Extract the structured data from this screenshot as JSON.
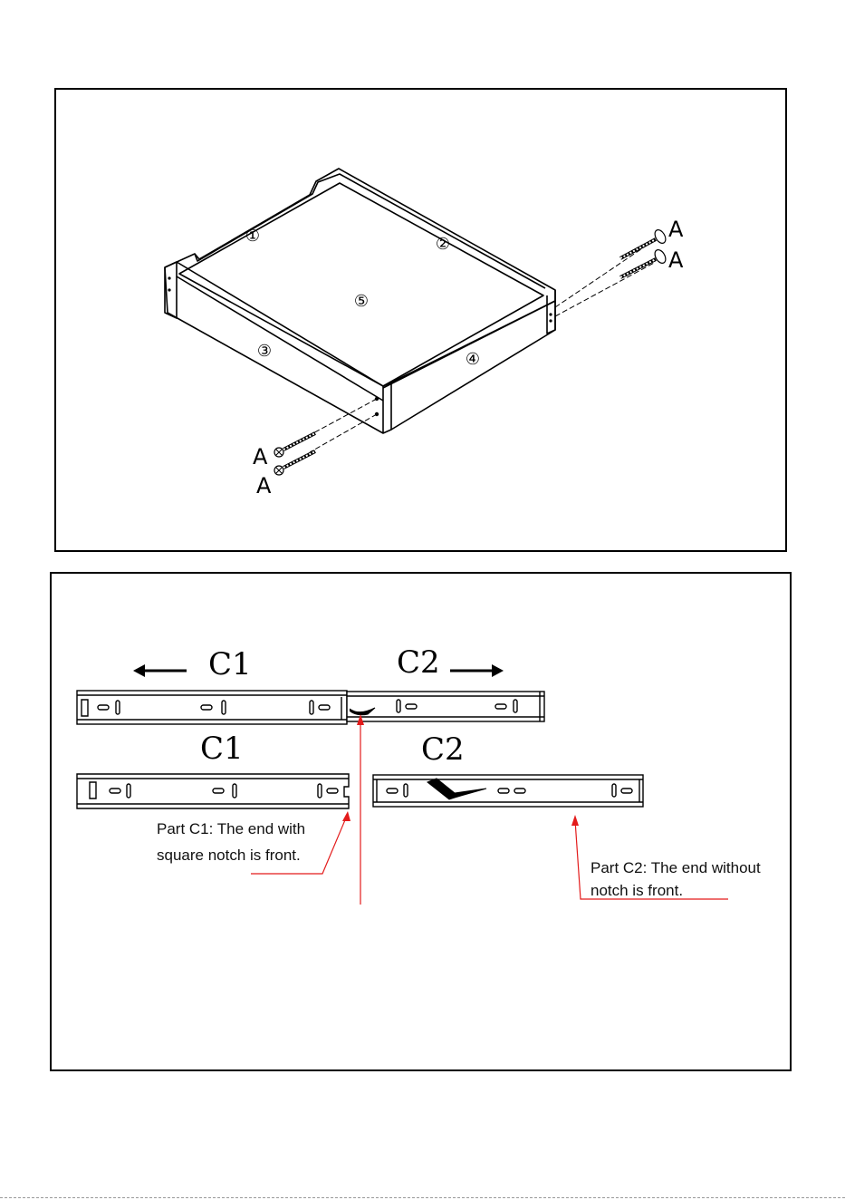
{
  "drawer_step": {
    "part_numbers": [
      "①",
      "②",
      "③",
      "④",
      "⑤"
    ],
    "screw_label": "A"
  },
  "slide_step": {
    "assembled_labels": {
      "left": "C1",
      "right": "C2"
    },
    "separated_labels": {
      "left": "C1",
      "right": "C2"
    },
    "note_c1": [
      "Part C1:  The end with",
      "square notch is front."
    ],
    "note_c2": [
      "Part C2: The end without",
      "notch is front."
    ]
  },
  "colors": {
    "line": "#000000",
    "leader": "#e31b1b"
  }
}
